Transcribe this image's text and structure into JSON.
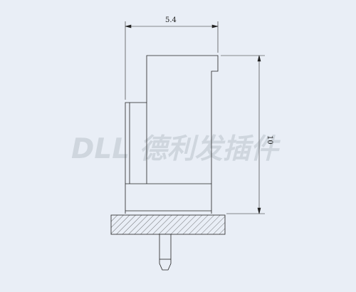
{
  "drawing": {
    "background_color": "#e9eef6",
    "line_color": "#222222",
    "dimensions": {
      "width_label": "5.4",
      "height_label": "10"
    },
    "watermark": {
      "text": "DLL 德利发插件",
      "color": "#cfd6de"
    }
  }
}
